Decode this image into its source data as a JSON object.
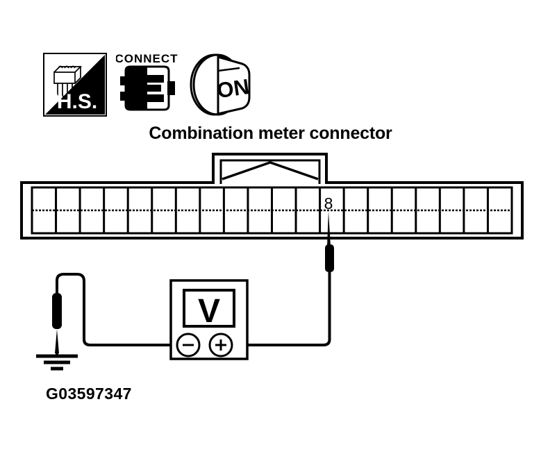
{
  "figure": {
    "id_label": "G03597347",
    "title": "Combination meter connector"
  },
  "icons": [
    {
      "name": "hs-icon",
      "label": "H.S.",
      "meaning": "hand-held tester / high scan connector symbol"
    },
    {
      "name": "connect-icon",
      "label": "CONNECT",
      "meaning": "connector must be connected"
    },
    {
      "name": "ignition-on-icon",
      "label": "ON",
      "meaning": "ignition switch turned ON"
    }
  ],
  "connector": {
    "name": "Combination meter connector",
    "cell_count": 20,
    "marked_terminal": "8",
    "terminal_label": "8"
  },
  "meter": {
    "name": "voltmeter",
    "display_label": "V",
    "negative_terminal": "−",
    "positive_terminal": "+"
  },
  "probes": {
    "negative": {
      "name": "negative-probe",
      "connection": "ground"
    },
    "positive": {
      "name": "positive-probe",
      "connection": "8"
    }
  },
  "ground": {
    "name": "chassis-ground",
    "symbol": "earth-ground"
  },
  "colors": {
    "ink": "#000000",
    "paper": "#ffffff"
  }
}
